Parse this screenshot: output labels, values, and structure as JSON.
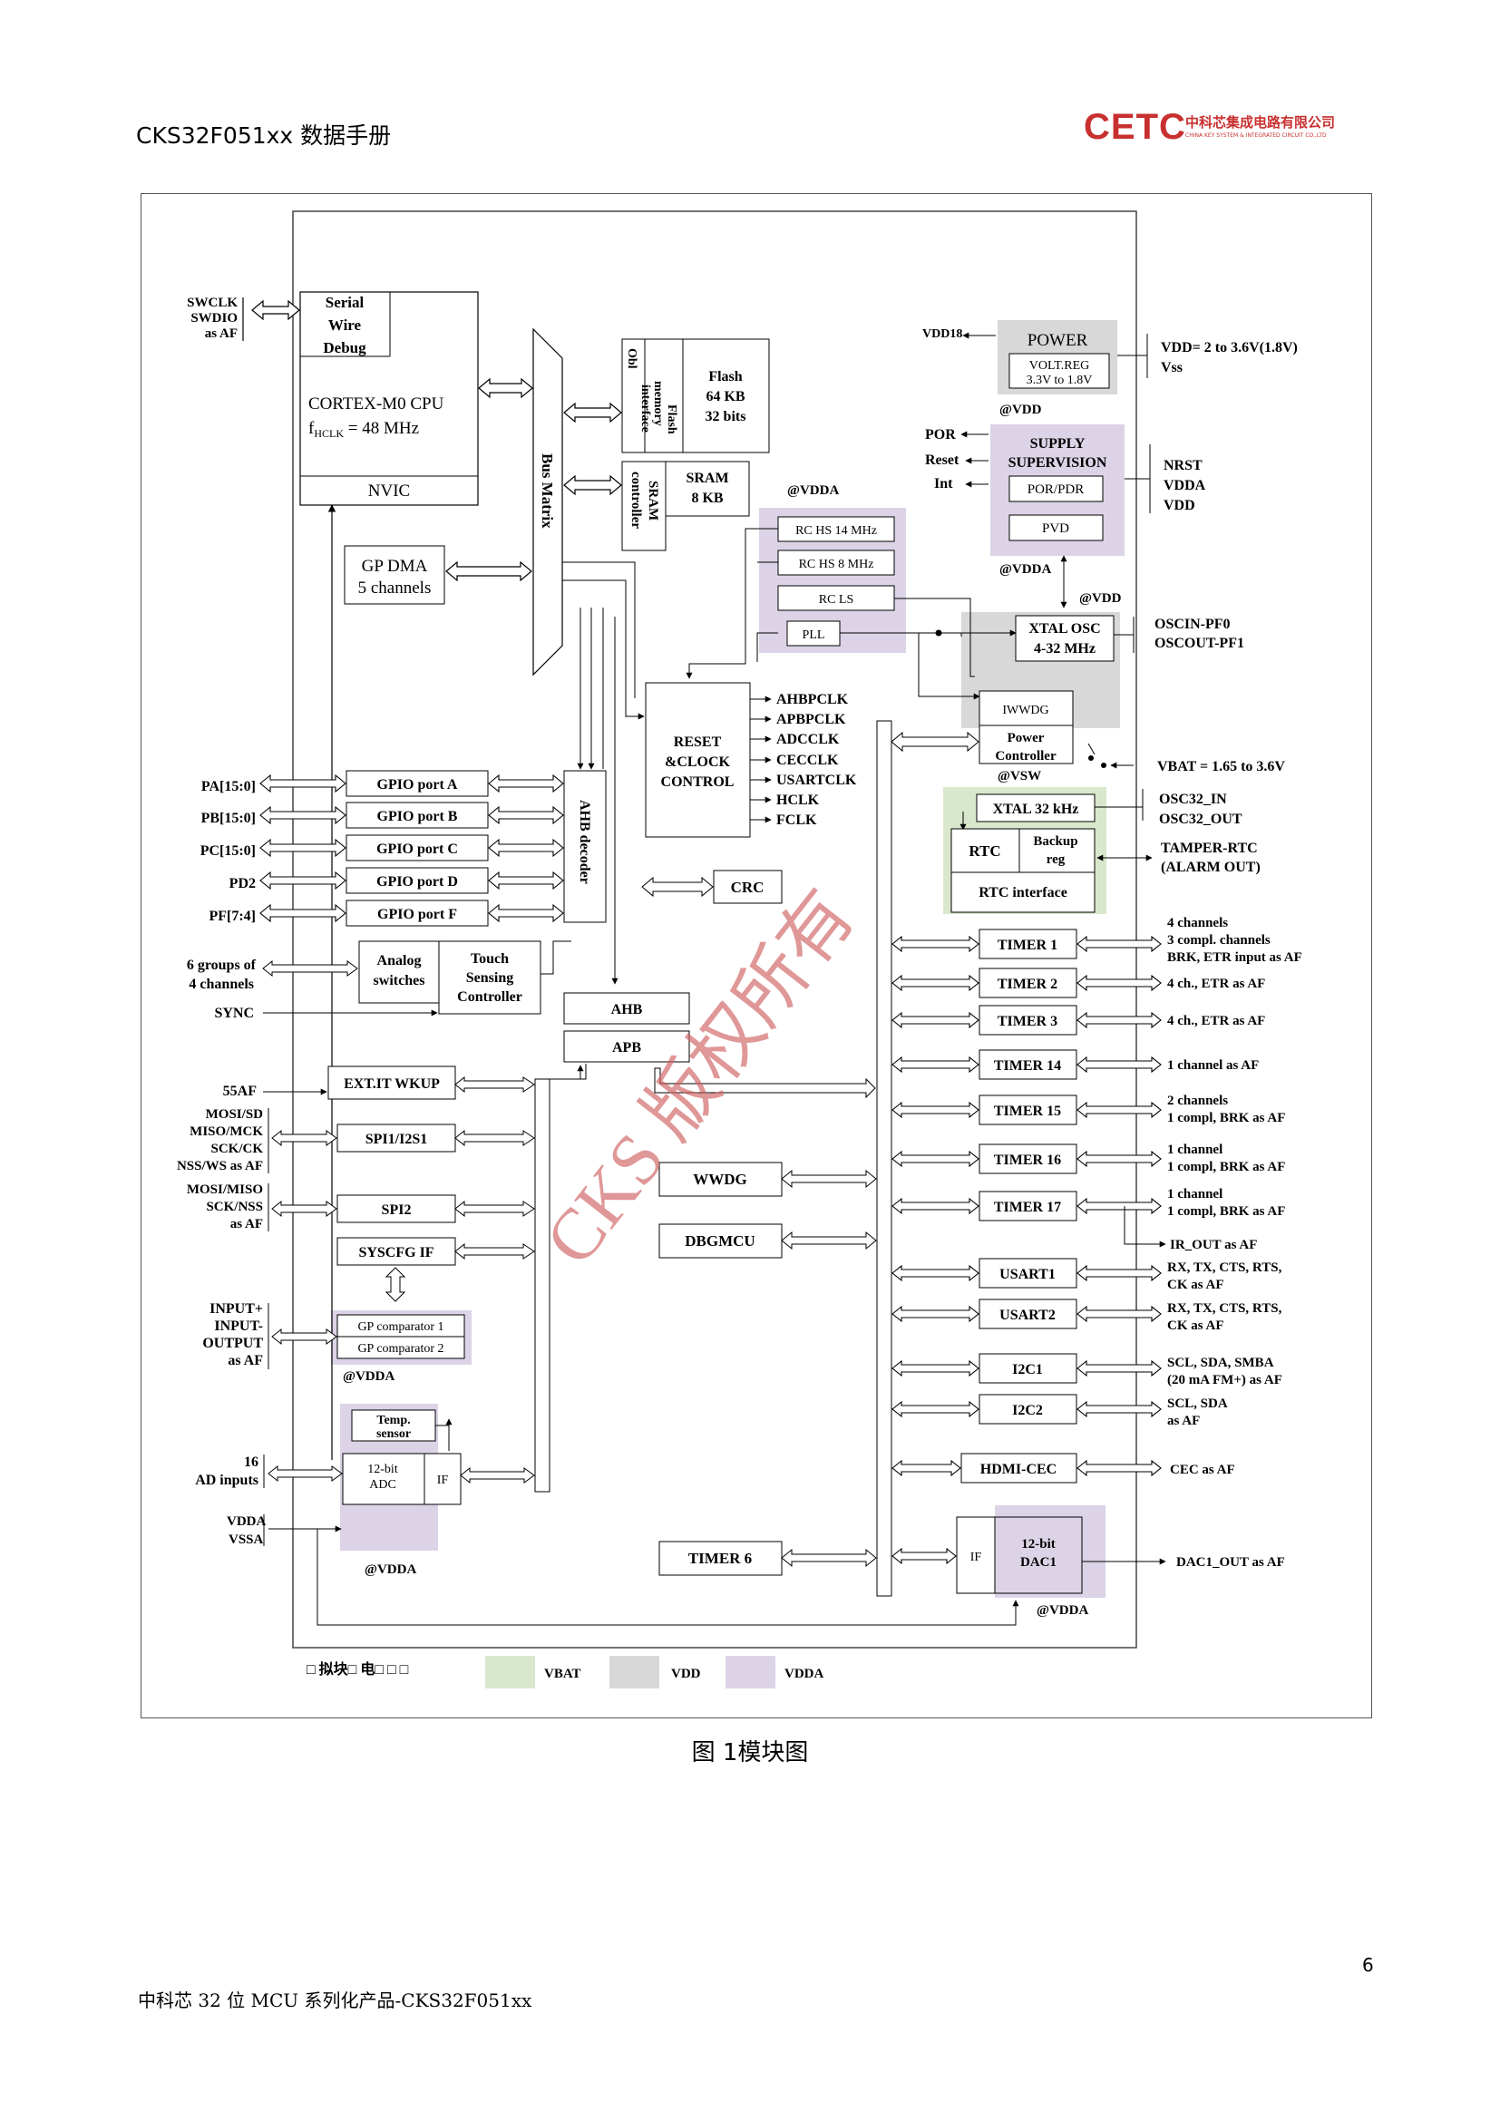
{
  "header": {
    "title": "CKS32F051xx 数据手册"
  },
  "logo": {
    "text": "CETC",
    "company_cn": "中科芯集成电路有限公司",
    "company_en": "CHINA KEY SYSTEM & INTEGRATED CIRCUIT CO.,LTD"
  },
  "diagram": {
    "swd": {
      "pins": [
        "SWCLK",
        "SWDIO",
        "as AF"
      ],
      "block": [
        "Serial",
        "Wire",
        "Debug"
      ]
    },
    "cpu": {
      "line1": "CORTEX-M0 CPU",
      "line2a": "f",
      "line2sub": "HCLK",
      "line2b": " = 48 MHz",
      "nvic": "NVIC"
    },
    "bus_matrix": "Bus Matrix",
    "obl": [
      "Obl",
      "interface"
    ],
    "flash_iface": [
      "Flash",
      "memory",
      "interface"
    ],
    "flash": [
      "Flash",
      "64 KB",
      "32 bits"
    ],
    "sram_ctrl": [
      "SRAM",
      "controller"
    ],
    "sram": [
      "SRAM",
      "8 KB"
    ],
    "gpdma": [
      "GP DMA",
      "5 channels"
    ],
    "vdd18": "VDD18",
    "power": {
      "title": "POWER",
      "volt": [
        "VOLT.REG",
        "3.3V to 1.8V"
      ],
      "vdd_label": "@VDD"
    },
    "power_pins": [
      "VDD= 2 to 3.6V(1.8V)",
      "Vss"
    ],
    "supply": {
      "title": [
        "SUPPLY",
        "SUPERVISION"
      ],
      "porpdr": "POR/PDR",
      "pvd": "PVD",
      "vdda": "@VDDA"
    },
    "supply_out": [
      "POR",
      "Reset",
      "Int"
    ],
    "supply_pins": [
      "NRST",
      "VDDA",
      "VDD"
    ],
    "rc": {
      "vdda": "@VDDA",
      "items": [
        "RC HS 14 MHz",
        "RC HS 8 MHz",
        "RC LS",
        "PLL"
      ]
    },
    "xtal": {
      "title": [
        "XTAL OSC",
        "4-32 MHz"
      ],
      "vdd": "@VDD",
      "pins": [
        "OSCIN-PF0",
        "OSCOUT-PF1"
      ]
    },
    "iwwdg": "IWWDG",
    "power_ctrl": [
      "Power",
      "Controller"
    ],
    "vsw": "@VSW",
    "vbat": "VBAT = 1.65 to 3.6V",
    "xtal32": "XTAL 32 kHz",
    "osc32": [
      "OSC32_IN",
      "OSC32_OUT"
    ],
    "rtc": {
      "rtc": "RTC",
      "backup": [
        "Backup",
        "reg"
      ],
      "iface": "RTC interface"
    },
    "tamper": [
      "TAMPER-RTC",
      "(ALARM OUT)"
    ],
    "reset_clock": [
      "RESET",
      "&CLOCK",
      "CONTROL"
    ],
    "clocks": [
      "AHBPCLK",
      "APBPCLK",
      "ADCCLK",
      "CECCLK",
      "USARTCLK",
      "HCLK",
      "FCLK"
    ],
    "ahb_decoder": "AHB decoder",
    "gpio": [
      "GPIO port A",
      "GPIO port B",
      "GPIO port C",
      "GPIO port D",
      "GPIO port F"
    ],
    "gpio_pins": [
      "PA[15:0]",
      "PB[15:0]",
      "PC[15:0]",
      "PD2",
      "PF[7:4]"
    ],
    "crc": "CRC",
    "analog": [
      "Analog",
      "switches"
    ],
    "touch": [
      "Touch",
      "Sensing",
      "Controller"
    ],
    "touch_pins": [
      "6 groups of",
      "4 channels",
      "SYNC"
    ],
    "ahb": "AHB",
    "apb": "APB",
    "exti": "EXT.IT WKUP",
    "exti_pin": "55AF",
    "spi1": "SPI1/I2S1",
    "spi1_pins": [
      "MOSI/SD",
      "MISO/MCK",
      "SCK/CK",
      "NSS/WS as AF"
    ],
    "spi2": "SPI2",
    "spi2_pins": [
      "MOSI/MISO",
      "SCK/NSS",
      "as AF"
    ],
    "syscfg": "SYSCFG IF",
    "comp": [
      "GP comparator 1",
      "GP comparator 2"
    ],
    "comp_pins": [
      "INPUT+",
      "INPUT-",
      "OUTPUT",
      "as AF"
    ],
    "comp_vdda": "@VDDA",
    "temp": [
      "Temp.",
      "sensor"
    ],
    "adc": [
      "12-bit",
      "ADC"
    ],
    "adc_if": "IF",
    "adc_pins": [
      "16",
      "AD inputs"
    ],
    "adc_supply": [
      "VDDA",
      "VSSA"
    ],
    "adc_vdda": "@VDDA",
    "wwdg": "WWDG",
    "dbgmcu": "DBGMCU",
    "timer6": "TIMER 6",
    "timers": [
      "TIMER 1",
      "TIMER 2",
      "TIMER 3",
      "TIMER 14",
      "TIMER 15",
      "TIMER 16",
      "TIMER 17"
    ],
    "timer_pins": [
      [
        "4 channels",
        "3 compl. channels",
        "BRK, ETR input as AF"
      ],
      [
        "4  ch., ETR as AF"
      ],
      [
        "4  ch., ETR as AF"
      ],
      [
        "1 channel as AF"
      ],
      [
        "2 channels",
        "1 compl, BRK as AF"
      ],
      [
        "1 channel",
        "1 compl, BRK as AF"
      ],
      [
        "1 channel",
        "1 compl, BRK as AF"
      ]
    ],
    "irout": "IR_OUT as AF",
    "usarts": [
      "USART1",
      "USART2"
    ],
    "usart_pins": [
      [
        "RX, TX, CTS, RTS,",
        "CK as AF"
      ],
      [
        "RX, TX, CTS, RTS,",
        "CK as AF"
      ]
    ],
    "i2c": [
      "I2C1",
      "I2C2"
    ],
    "i2c_pins": [
      [
        "SCL, SDA, SMBA",
        "(20 mA FM+) as AF"
      ],
      [
        "SCL, SDA",
        "as AF"
      ]
    ],
    "cec": "HDMI-CEC",
    "cec_pin": "CEC as AF",
    "dac": {
      "if": "IF",
      "block": [
        "12-bit",
        "DAC1"
      ],
      "vdda": "@VDDA",
      "out": "DAC1_OUT as AF"
    },
    "legend": {
      "label": "□ 拟块□ 电□ □ □",
      "items": [
        "VBAT",
        "VDD",
        "VDDA"
      ]
    },
    "watermark": "CKS 版权所有",
    "colors": {
      "vbat": "#d9e8cc",
      "vdd": "#d8d8d8",
      "vdda": "#dcd3e6",
      "watermark": "#d06060"
    }
  },
  "caption": "图 1模块图",
  "page_number": "6",
  "footer": "中科芯 32 位 MCU 系列化产品-CKS32F051xx"
}
